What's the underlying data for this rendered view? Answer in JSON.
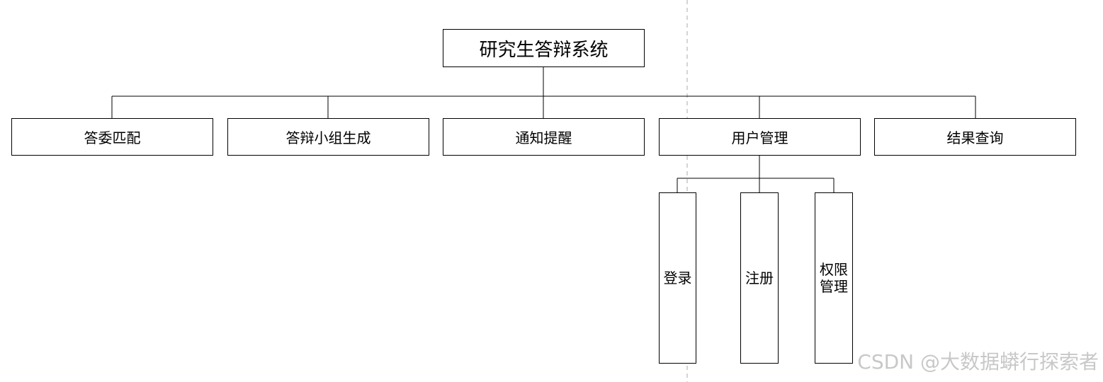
{
  "root": {
    "label": "研究生答辩系统"
  },
  "modules": [
    {
      "label": "答委匹配"
    },
    {
      "label": "答辩小组生成"
    },
    {
      "label": "通知提醒"
    },
    {
      "label": "用户管理"
    },
    {
      "label": "结果查询"
    }
  ],
  "user_management_children": [
    {
      "lines": [
        "登录"
      ]
    },
    {
      "lines": [
        "注册"
      ]
    },
    {
      "lines": [
        "权限",
        "管理"
      ]
    }
  ],
  "watermark": "CSDN @大数据蟒行探索者",
  "colors": {
    "line": "#000000",
    "guide": "#a8a8a8",
    "watermark": "#c8c8c8"
  }
}
